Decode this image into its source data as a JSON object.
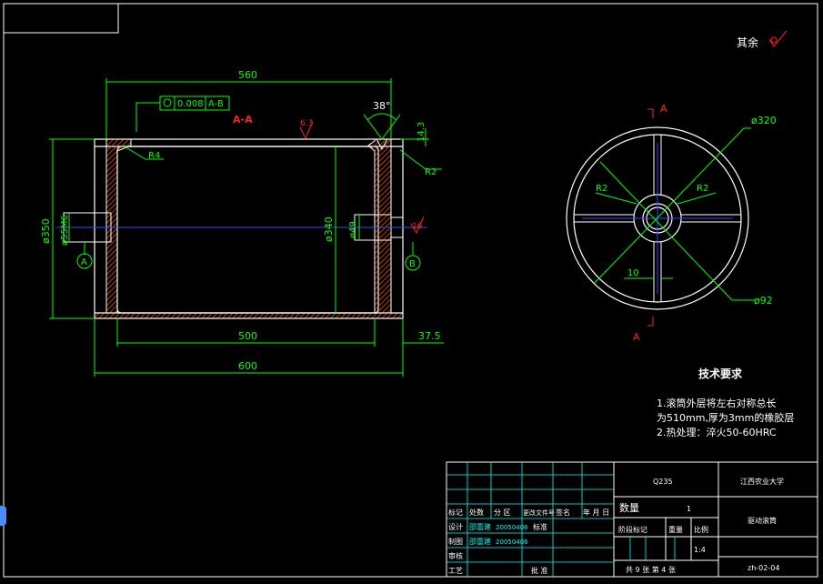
{
  "roughness": {
    "label": "其余"
  },
  "section": {
    "title": "A-A",
    "rough_top": "6.3",
    "rough_right": "16"
  },
  "dims": {
    "d560": "560",
    "d500": "500",
    "d600": "600",
    "d37_5": "37.5",
    "d350": "ø350",
    "d340": "ø340",
    "d55": "ø55M6",
    "d49": "ø49",
    "angle": "38°",
    "d14_3": "14.3",
    "r4": "R4",
    "r2": "R2",
    "tol": "0.008",
    "tol_ref": "A-B"
  },
  "datums": {
    "a": "A",
    "b": "B"
  },
  "end_view": {
    "cut_label": "A",
    "d320": "ø320",
    "d92": "ø92",
    "r2_left": "R2",
    "r2_right": "R2",
    "d10": "10"
  },
  "tech": {
    "title": "技术要求",
    "lines": [
      "1.滚筒外层将左右对称总长",
      "为510mm,厚为3mm的橡胶层",
      "2.热处理：淬火50-60HRC"
    ]
  },
  "title_block": {
    "material": "Q235",
    "school": "江西农业大学",
    "part_name": "驱动滚筒",
    "drawing_no": "zh-02-04",
    "scale": "1:4",
    "sheets": "共 9 张  第 4 张",
    "headers": [
      "标记",
      "处数",
      "分 区",
      "更改文件号",
      "签名",
      "年 月 日"
    ],
    "r_design": [
      "设计",
      "邵雷建",
      "20050406",
      "标准"
    ],
    "r_draw": [
      "制图",
      "邵雷建",
      "20050406"
    ],
    "r_review": "审核",
    "r_process": "工艺",
    "r_approve": "批 准",
    "qty_label": "数量",
    "qty_value": "1",
    "stage_label": "阶段标记",
    "weight_label": "重量",
    "scale_label": "比例"
  }
}
